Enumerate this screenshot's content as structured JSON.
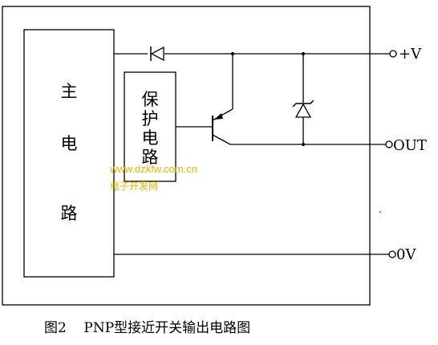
{
  "main_circuit_label": [
    "主",
    "电",
    "路"
  ],
  "protection_circuit_label": [
    "保",
    "护",
    "电",
    "路"
  ],
  "terminals": {
    "vplus": "+V",
    "out": "OUT",
    "zero_v": "0V"
  },
  "watermark": {
    "url": "www.dzkfw.com.cn",
    "site": "电子开发网",
    "url_color": "#e6b800",
    "site_color": "#e6b800"
  },
  "caption": "图2    PNP型接近开关输出电路图"
}
